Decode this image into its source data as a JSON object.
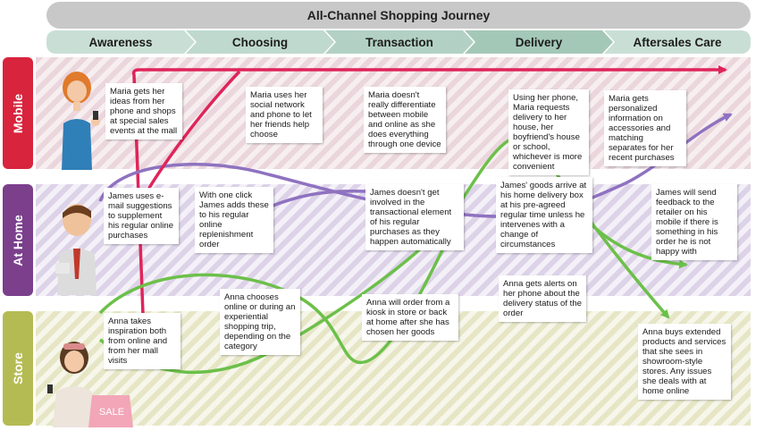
{
  "title": "All-Channel Shopping Journey",
  "stages": [
    "Awareness",
    "Choosing",
    "Transaction",
    "Delivery",
    "Aftersales Care"
  ],
  "rows": [
    "Mobile",
    "At Home",
    "Store"
  ],
  "colors": {
    "mobile": "#d8243c",
    "home": "#7b3f8c",
    "store": "#b5bb53",
    "maria_path": "#e0245a",
    "james_path": "#8f72c0",
    "anna_path": "#6cc04a"
  },
  "notes": {
    "mobile_awareness": "Maria gets her ideas from her phone and shops at special sales events at the mall",
    "mobile_choosing": "Maria uses her social network and phone to let her friends help choose",
    "mobile_transaction": "Maria doesn't really differentiate between mobile and online as she does everything through one device",
    "mobile_delivery": "Using her phone, Maria requests delivery to her house, her boyfriend's house or school, whichever is more convenient",
    "mobile_aftersales": "Maria gets personalized information on accessories and matching separates for her recent purchases",
    "home_awareness": "James uses e-mail suggestions to supplement his regular online purchases",
    "home_choosing": "With one click James adds these to his regular online replenishment order",
    "home_transaction": "James doesn't get involved in the transactional element of his regular purchases as they happen automatically",
    "home_delivery": "James' goods arrive at his home delivery box at his pre-agreed regular time unless he intervenes with a change of circumstances",
    "home_aftersales": "James will send feedback to the retailer on his mobile if there is something in his order he is not happy with",
    "store_awareness": "Anna takes inspiration both from online and from her mall visits",
    "store_choosing": "Anna chooses online or during an experiential shopping trip, depending on the category",
    "store_transaction": "Anna will order from a kiosk in store or back at home after she has chosen her goods",
    "store_delivery": "Anna gets alerts on her phone about the delivery status of the order",
    "store_aftersales": "Anna buys extended products and services that she sees in showroom-style stores. Any issues she deals with at home online"
  },
  "bag_text": "SALE"
}
